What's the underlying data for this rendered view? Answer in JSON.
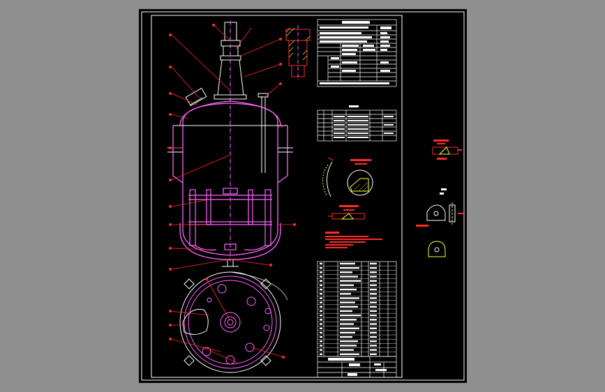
{
  "colors": {
    "background": "#8f8f8f",
    "sheet": "#000000",
    "frame": "#ffffff",
    "vessel": "#ff66ff",
    "leader": "#ff2a2a",
    "annotation": "#ff2a2a",
    "hatch": "#ffff33",
    "centerline": "#ff66ff",
    "table_line": "#ffffff",
    "table_text": "#ffffff"
  },
  "icons": {
    "reactor_vessel": "vessel-elevation",
    "top_view": "vessel-plan-view",
    "shaft_seal": "shaft-coupling-detail",
    "lug_support": "ear-support-detail"
  }
}
